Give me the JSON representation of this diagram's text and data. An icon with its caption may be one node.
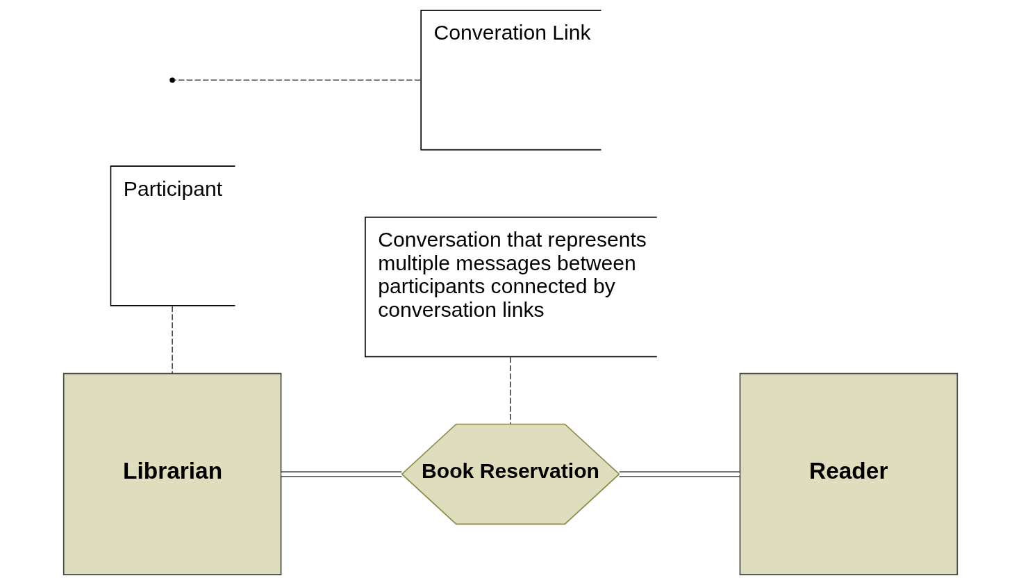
{
  "diagram": {
    "nodes": [
      {
        "text": [
          "Librarian"
        ]
      },
      {
        "text": [
          "Book Reservation"
        ]
      },
      {
        "text": [
          "Reader"
        ]
      },
      {
        "text": [
          "Converation Link"
        ]
      },
      {
        "text": [
          "Participant"
        ]
      },
      {
        "text": [
          "Conversation that represents multiple messages between participants connected by conversation links"
        ]
      }
    ],
    "edges": [
      {
        "from": 0,
        "to": 1,
        "arrow": "none"
      },
      {
        "from": 1,
        "to": 2,
        "arrow": "none"
      },
      {
        "from": 3,
        "to": null,
        "arrow": "none",
        "style": "dashed"
      },
      {
        "from": 4,
        "to": 0,
        "arrow": "none",
        "style": "dashed"
      },
      {
        "from": 5,
        "to": 1,
        "arrow": "none",
        "style": "dashed"
      }
    ]
  }
}
